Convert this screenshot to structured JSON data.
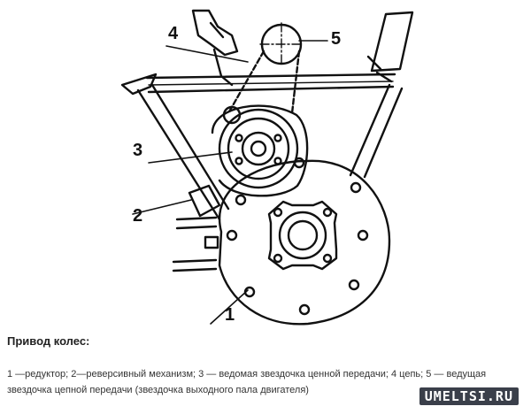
{
  "diagram": {
    "callouts": [
      {
        "id": "callout-4",
        "label": "4"
      },
      {
        "id": "callout-5",
        "label": "5"
      },
      {
        "id": "callout-3",
        "label": "3"
      },
      {
        "id": "callout-2",
        "label": "2"
      },
      {
        "id": "callout-1",
        "label": "1"
      }
    ]
  },
  "caption": {
    "title": "Привод колес:",
    "text": "1 —редуктор; 2—реверсивный механизм; 3 — ведомая звездочка ценной передачи; 4 цепь; 5 — ведущая звездочка цепной передачи (звездочка выходного пала двигателя)"
  },
  "watermark": {
    "text": "UMELTSI.RU"
  }
}
